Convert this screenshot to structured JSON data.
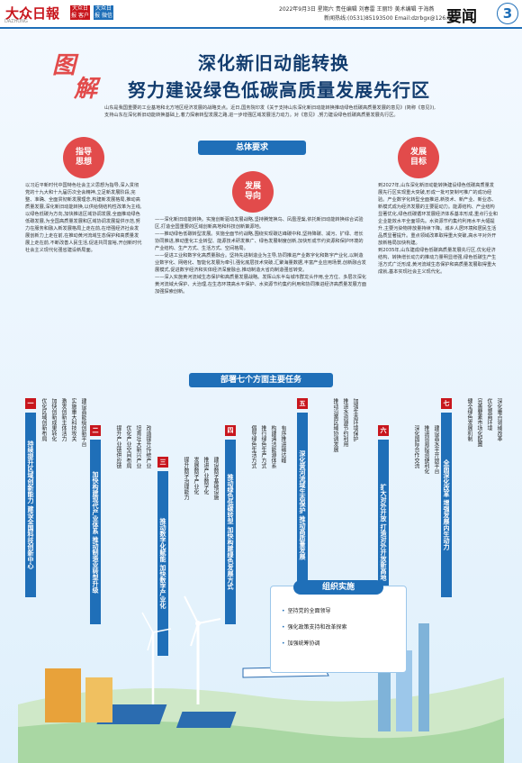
{
  "masthead": {
    "logo": "大众日報",
    "badge1": "大众日报 客户端",
    "badge2": "大众日报 微信",
    "logo_sub": "DAZHONG",
    "date_line": "2022年9月3日 星期六 责任编辑 刘春雷 王丽玲 美术编辑 于海燕",
    "contact_line": "新闻热线:(0531)85193500 Email:dzrbgx@126.com",
    "section": "要闻",
    "page": "3"
  },
  "header": {
    "tujie_1": "图",
    "tujie_2": "解",
    "title_line1": "深化新旧动能转换",
    "title_line2": "努力建设绿色低碳高质量发展先行区",
    "lead": "山东是我国重要的工业基地和北方地区经济发展的战略支点。近日,国务院印发《关于支持山东深化新旧动能转换推动绿色低碳高质量发展的意见》(简称《意见》),支持山东在深化新旧动能转换基础上,着力探索转型发展之路,进一步增强区域发展活力动力。对《意见》,努力建设绿色低碳高质量发展先行区。"
  },
  "overall": {
    "bar": "总体要求",
    "guiding": "指导思想",
    "guiding_text": "以习近平新时代中国特色社会主义思想为指导,深入贯彻党的十九大和十九届历次全会精神,立足新发展阶段,完整、准确、全面贯彻新发展理念,构建新发展格局,推动高质量发展,深化新旧动能转换,以供给侧结构性改革为主线,以绿色低碳为方向,加快推进区域协调发展,全面推动绿色低碳发展,为全国高质量发展和区域协调发展提供示范,努力在服务和融入新发展格局上走在前,在增强经济社会发展创新力上走在前,在推动黄河流域生态保护和高质量发展上走在前,不断改善人民生活,促进共同富裕,开创新时代社会主义现代化强省建设新局面。",
    "direction": "发展导向",
    "direction_text": "——深化新旧动能转换。实施创新驱动发展战略,坚持腾笼换鸟、凤凰涅槃,依托新旧动能转换综合试验区,打造全国重要的区域创新高地和科技创新策源地。\n——推动绿色低碳转型发展。实施全面节约战略,围绕实现碳达峰碳中和,坚持降碳、减污、扩绿、增长协同推进,推动重化工业转型、能源技术研发推广、绿色发展制度创新,加快形成节约资源和保护环境的产业结构、生产方式、生活方式、空间格局。\n——促进工业和数字化高质量融合。坚持先进制造业为主导,协同推进产业数字化和数字产业化,以制造业数字化、网络化、智能化发展为牵引,强化底层技术突破,汇聚海量数据,丰富产业应用场景,创新融合发展模式,促进数字经济和实体经济深度融合,推动制造大省向制造强省转变。\n——深入实施黄河流域生态保护和高质量发展战略。发挥山东半岛城市群龙头作用,全方位、多层次深化黄河流域大保护、大治理,在生态环境高水平保护、水资源节约集约利用和协同推进经济高质量发展方面加强探索创新。",
    "goals": "发展目标",
    "goals_text": "到2027年,山东深化新旧动能转换建设绿色低碳高质量发展先行区实现重大突破,形成一批可复制可推广的成功经验。产业数字化转型全面推进,新技术、新产业、新业态、新模式成为经济发展的主要驱动力。能源结构、产业结构显著优化,绿色低碳循环发展经济体系基本形成,重点行业和企业能效水平全面领先。水资源节约集约利用水平大幅提升,主要污染物排放量持续下降。城乡人居环境和居民生活品质显著提升。重点领域改革取得重大突破,高水平对外开放新格局加快构建。\n到2035年,山东建成绿色低碳高质量发展先行区,优化经济结构、转换增长动力的推动力量明显增强,绿色低碳生产生活方式广泛形成,黄河流域生态保护和高质量发展取得重大成就,基本实现社会主义现代化。"
  },
  "tasks": {
    "bar": "部署七个方面主要任务",
    "panels": [
      {
        "num": "一",
        "title": "持续提升区域创新能力 建设全国科技创新中心",
        "items": [
          "建设高能级创新平台",
          "实施重大科技攻关",
          "激发创新主体活力",
          "加快创新成果转化",
          "优化区域创新布局"
        ]
      },
      {
        "num": "二",
        "title": "加快构建现代产业体系 推动制造业转型升级",
        "items": [
          "改造提升传统产业",
          "培育壮大新兴产业",
          "优化产业空间布局",
          "提升产业链供应链"
        ]
      },
      {
        "num": "三",
        "title": "推动数字化赋能 加快数字产业化",
        "items": [
          "建设数字基础设施",
          "推进产业数字化",
          "发展数字产业化",
          "提升数字治理能力"
        ]
      },
      {
        "num": "四",
        "title": "推动绿色低碳转型 加快构建绿色发展方式",
        "items": [
          "有序推进碳达峰",
          "构建清洁能源体系",
          "推行绿色生产方式",
          "倡导绿色生活方式"
        ]
      },
      {
        "num": "五",
        "title": "深化黄河流域生态保护 推动高质量发展",
        "items": [
          "加强生态环境保护",
          "推进水资源节约利用",
          "推动沿黄区域协调发展"
        ]
      },
      {
        "num": "六",
        "title": "扩大对外开放 打造对外开放新高地",
        "items": [
          "建设高水平开放平台",
          "推进贸易投资便利化",
          "深化国际合作交流"
        ]
      },
      {
        "num": "七",
        "title": "全面深化改革 增强发展内生动力",
        "items": [
          "深化重点领域改革",
          "优化营商环境",
          "完善要素市场化配置",
          "健全绿色发展机制"
        ]
      }
    ]
  },
  "org": {
    "title": "组织实施",
    "items": [
      "坚持党的全面领导",
      "强化政策支持和改革探索",
      "加强统筹协调"
    ]
  }
}
